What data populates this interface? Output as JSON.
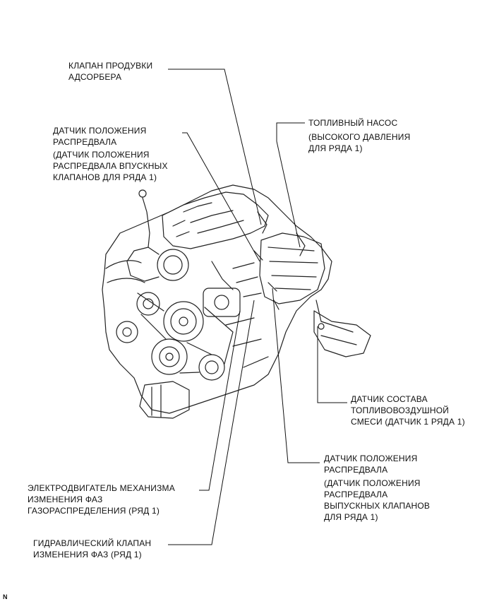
{
  "labels": {
    "purge_valve": "КЛАПАН ПРОДУВКИ\nАДСОРБЕРА",
    "cam_sensor_intake_title": "ДАТЧИК ПОЛОЖЕНИЯ\nРАСПРЕДВАЛА",
    "cam_sensor_intake_note": "(ДАТЧИК ПОЛОЖЕНИЯ\nРАСПРЕДВАЛА ВПУСКНЫХ\nКЛАПАНОВ ДЛЯ РЯДА 1)",
    "fuel_pump_title": "ТОПЛИВНЫЙ НАСОС",
    "fuel_pump_note": "(ВЫСОКОГО ДАВЛЕНИЯ\nДЛЯ РЯДА 1)",
    "af_sensor": "ДАТЧИК СОСТАВА\nТОПЛИВОВОЗДУШНОЙ\nСМЕСИ (ДАТЧИК 1 РЯДА 1)",
    "cam_sensor_exhaust_title": "ДАТЧИК ПОЛОЖЕНИЯ\nРАСПРЕДВАЛА",
    "cam_sensor_exhaust_note": "(ДАТЧИК ПОЛОЖЕНИЯ\nРАСПРЕДВАЛА\nВЫПУСКНЫХ КЛАПАНОВ\nДЛЯ РЯДА 1)",
    "vvt_motor": "ЭЛЕКТРОДВИГАТЕЛЬ МЕХАНИЗМА\nИЗМЕНЕНИЯ ФАЗ\nГАЗОРАСПРЕДЕЛЕНИЯ (РЯД 1)",
    "ocv": "ГИДРАВЛИЧЕСКИЙ КЛАПАН\nИЗМЕНЕНИЯ ФАЗ (РЯД 1)"
  },
  "corner_mark": "N"
}
